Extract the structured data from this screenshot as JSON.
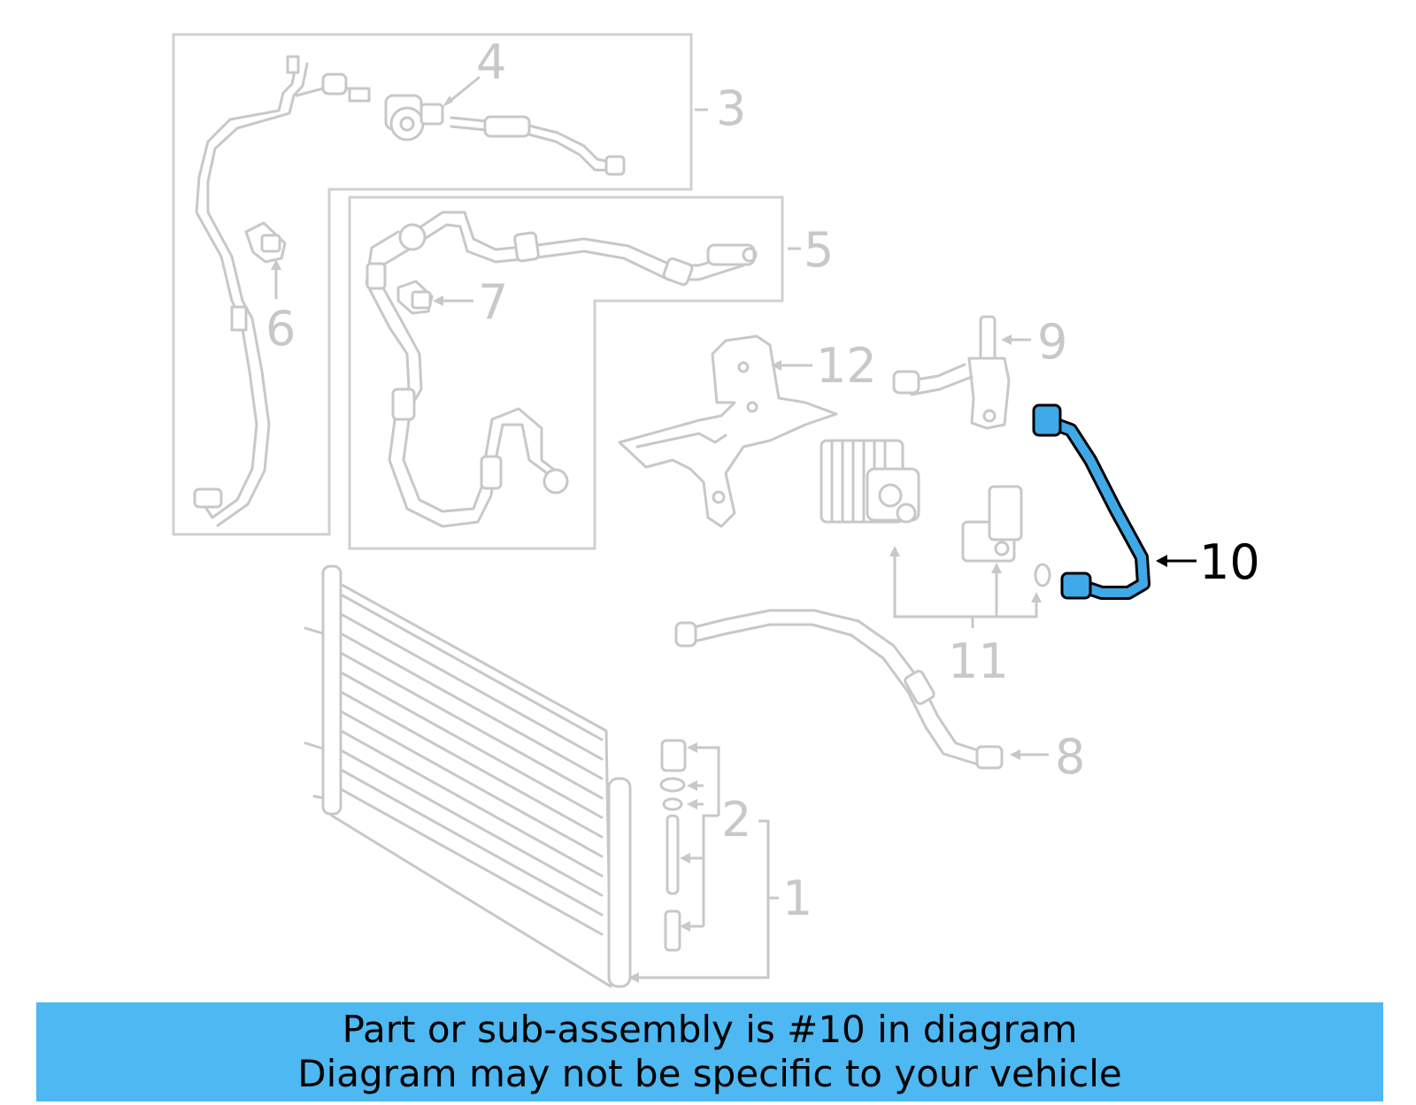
{
  "callouts": {
    "c1": "1",
    "c2": "2",
    "c3": "3",
    "c4": "4",
    "c5": "5",
    "c6": "6",
    "c7": "7",
    "c8": "8",
    "c9": "9",
    "c10": "10",
    "c11": "11",
    "c12": "12"
  },
  "highlighted_part": "10",
  "colors": {
    "highlight": "#3fa9e8",
    "banner_bg": "#4db8f2",
    "part_stroke": "#c8c8c8"
  },
  "banner": {
    "line1": "Part or sub-assembly is #10 in diagram",
    "line2": "Diagram may not be specific to your vehicle"
  }
}
